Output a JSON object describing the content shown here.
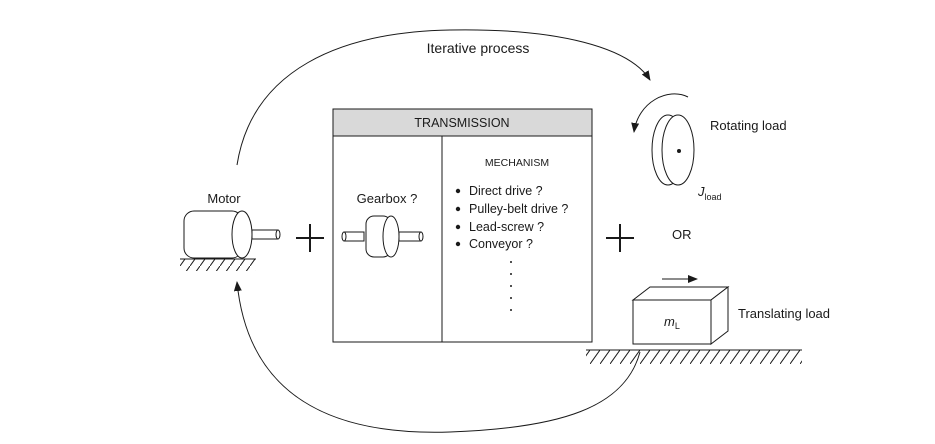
{
  "process_label": "Iterative process",
  "motor": {
    "label": "Motor"
  },
  "transmission": {
    "header": "TRANSMISSION",
    "gearbox_label": "Gearbox ?",
    "mechanism": {
      "title": "MECHANISM",
      "options": [
        "Direct drive ?",
        "Pulley-belt drive ?",
        "Lead-screw ?",
        "Conveyor ?"
      ]
    }
  },
  "rotating_load": {
    "label": "Rotating load",
    "inertia_symbol": "J",
    "inertia_subscript": "load"
  },
  "or_label": "OR",
  "translating_load": {
    "label": "Translating load",
    "mass_symbol": "m",
    "mass_subscript": "L"
  },
  "colors": {
    "line": "#1a1a1a",
    "header_fill": "#d9d9d9"
  }
}
